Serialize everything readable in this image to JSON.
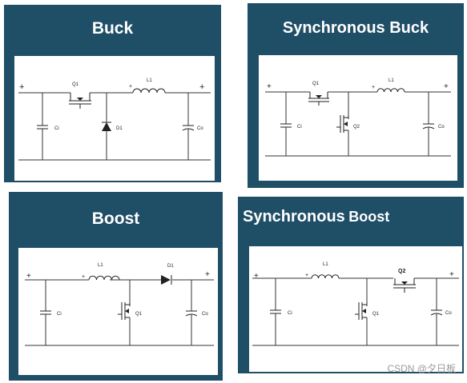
{
  "panels": {
    "buck": {
      "title": "Buck",
      "labels": {
        "q": "Q1",
        "l": "L1",
        "d": "D1",
        "ci": "Ci",
        "co": "Co",
        "plus": "+",
        "lplus": "+"
      }
    },
    "sync_buck": {
      "title": "Synchronous Buck",
      "labels": {
        "q1": "Q1",
        "q2": "Q2",
        "l": "L1",
        "ci": "Ci",
        "co": "Co",
        "plus": "+",
        "lplus": "+"
      }
    },
    "boost": {
      "title": "Boost",
      "labels": {
        "l": "L1",
        "d": "D1",
        "q": "Q1",
        "ci": "Ci",
        "co": "Co",
        "plus": "+",
        "lplus": "+"
      }
    },
    "sync_boost": {
      "title_part1": "Synchronous",
      "title_part2": "Boost",
      "labels": {
        "l": "L1",
        "q1": "Q1",
        "q2": "Q2",
        "ci": "Ci",
        "co": "Co",
        "plus": "+",
        "lplus": "+"
      }
    }
  },
  "watermark": "CSDN @夕日板",
  "colors": {
    "panel_bg": "#1f4e67",
    "title_text": "#ffffff",
    "diagram_bg": "#ffffff",
    "wire": "#333333"
  }
}
